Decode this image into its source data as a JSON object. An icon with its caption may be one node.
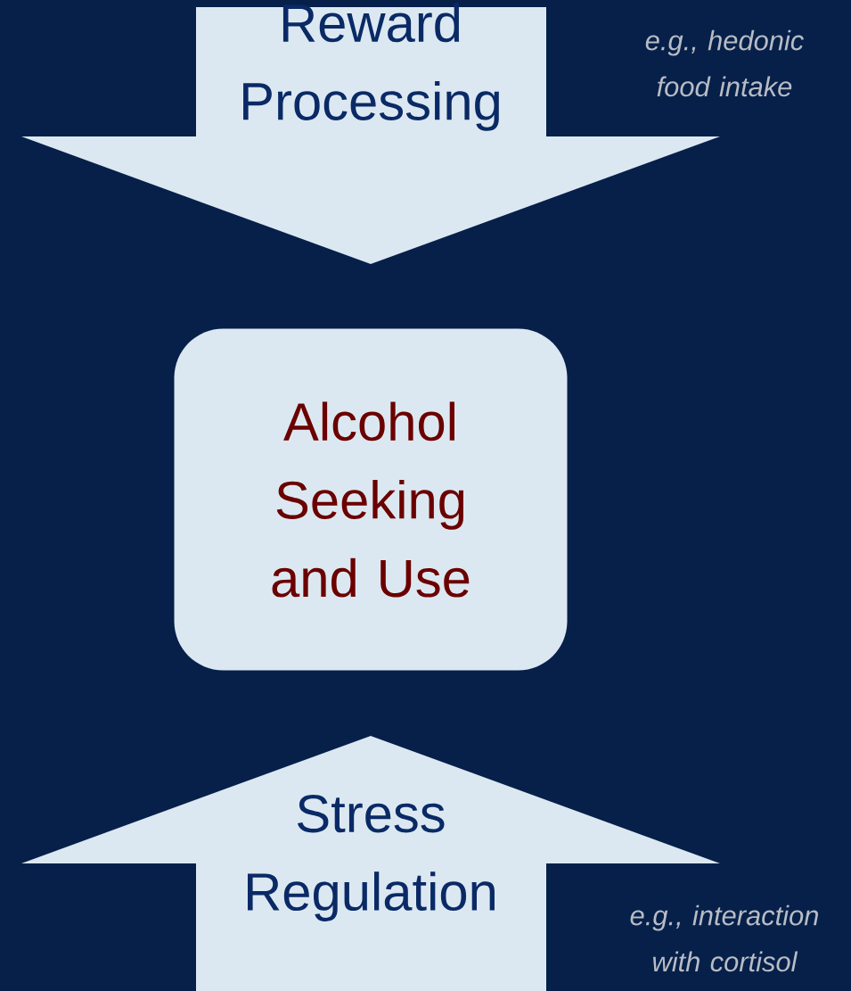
{
  "diagram": {
    "nodes": [
      {
        "text": [
          "Reward Processing"
        ],
        "beside": [
          "e.g., hedonic food intake"
        ]
      },
      {
        "text": [
          "Alcohol Seeking and Use"
        ]
      },
      {
        "text": [
          "Stress Regulation"
        ],
        "beside": [
          "e.g., interaction with cortisol"
        ]
      }
    ]
  }
}
